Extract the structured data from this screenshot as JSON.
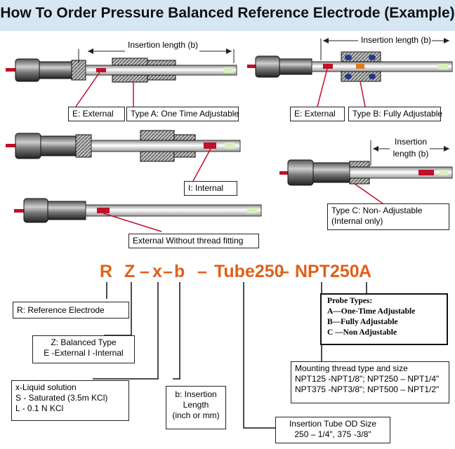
{
  "title": "How To Order Pressure Balanced Reference Electrode (Example)",
  "diagram_labels": {
    "insertion_a": "Insertion length (b)",
    "insertion_b": "Insertion length (b)",
    "insertion_c_1": "Insertion",
    "insertion_c_2": "length (b)",
    "ext_a": "E: External",
    "type_a": "Type A: One Time Adjustable",
    "ext_b": "E: External",
    "type_b": "Type B: Fully Adjustable",
    "internal": "I: Internal",
    "type_c_1": "Type C:  Non- Adjustable",
    "type_c_2": "(Internal only)",
    "ext_no_thread": "External  Without thread fitting"
  },
  "order_code": {
    "r": "R",
    "z": "Z",
    "d1": "–",
    "x": "x",
    "d2": "–",
    "b": "b",
    "d3": "–",
    "tube": "Tube250",
    "d4": "–",
    "npt": "NPT250",
    "a": "A"
  },
  "probe_types": {
    "heading": "Probe Types:",
    "a": "A—One-Time  Adjustable",
    "b": "B—Fully Adjustable",
    "c": "C —Non  Adjustable"
  },
  "explanations": {
    "r": "R: Reference Electrode",
    "z_1": "Z: Balanced Type",
    "z_2": "E -External  I -Internal",
    "x_1": "x-Liquid solution",
    "x_2": "S - Saturated (3.5m KCl)",
    "x_3": "L - 0.1 N KCl",
    "b_1": "b: Insertion",
    "b_2": "Length",
    "b_3": "(inch or mm)",
    "npt_1": "Mounting thread type and size",
    "npt_2": "NPT125 -NPT1/8\";  NPT250 – NPT1/4\"",
    "npt_3": "NPT375 -NPT3/8\";  NPT500 – NPT1/2\"",
    "tube_1": "Insertion Tube OD Size",
    "tube_2": "250 – 1/4\",   375 -3/8\""
  },
  "colors": {
    "title_band": "#d6e6f2",
    "code_orange": "#e0601a",
    "fitting_dark": "#2b2b2b",
    "reservoir_red": "#c0102a",
    "tip_green": "#d8f0c0",
    "seal_blue": "#1f3a8a"
  }
}
